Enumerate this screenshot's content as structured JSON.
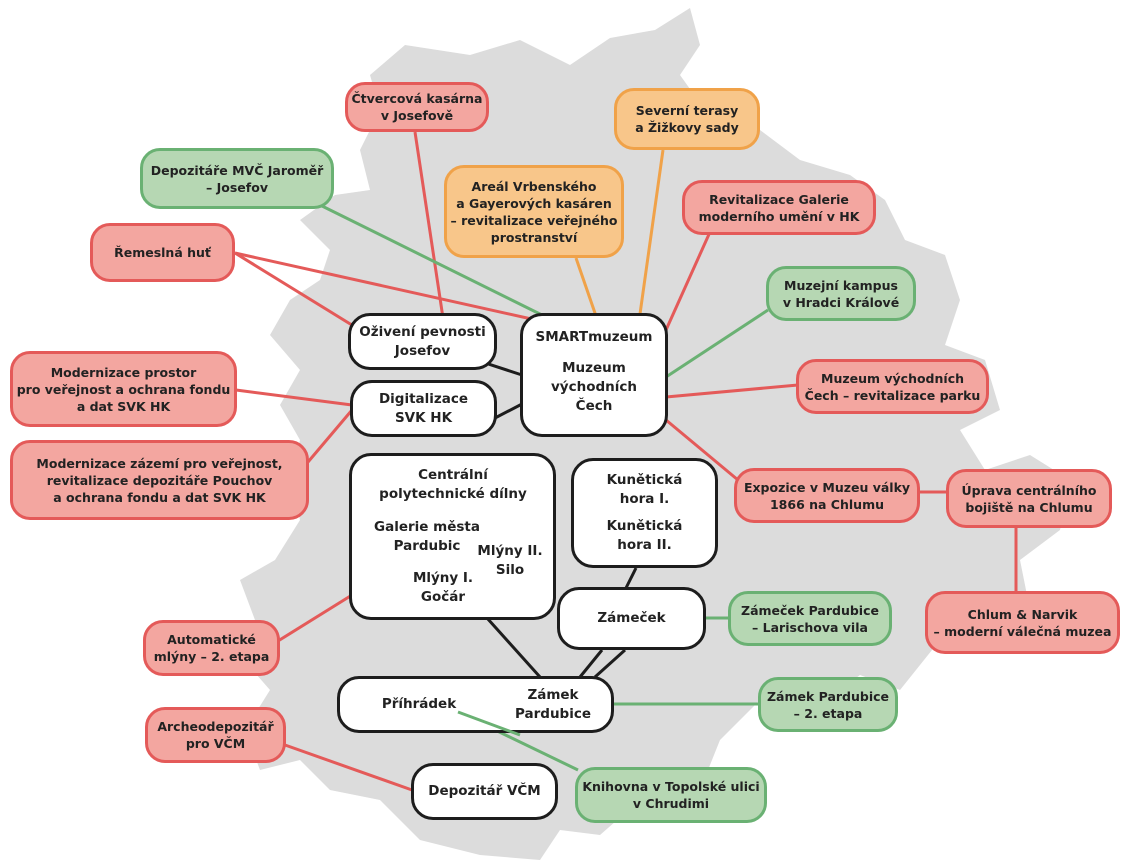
{
  "colors": {
    "red_fill": "#f3a6a0",
    "red_border": "#e45a59",
    "green_fill": "#b6d7b3",
    "green_border": "#6ab173",
    "orange_fill": "#f8c68a",
    "orange_border": "#f0a249",
    "hub_border": "#1d1d1d",
    "map_fill": "#dcdcdc"
  },
  "outer": {
    "ctvercova": [
      "Čtvercová kasárna",
      "v Josefově"
    ],
    "severni": [
      "Severní terasy",
      "a Žižkovy sady"
    ],
    "depozitare_mvc": [
      "Depozitáře MVČ Jaroměř",
      "– Josefov"
    ],
    "areal": [
      "Areál Vrbenského",
      "a Gayerových kasáren",
      "– revitalizace veřejného",
      "prostranství"
    ],
    "galerie_hk": [
      "Revitalizace Galerie",
      "moderního umění v HK"
    ],
    "remeslna": [
      "Řemeslná huť"
    ],
    "kampus": [
      "Muzejní kampus",
      "v Hradci Králové"
    ],
    "modernizace_prostor": [
      "Modernizace prostor",
      "pro veřejnost a ochrana fondu",
      "a dat SVK HK"
    ],
    "muzeum_park": [
      "Muzeum východních",
      "Čech – revitalizace parku"
    ],
    "modernizace_zazemi": [
      "Modernizace zázemí pro veřejnost,",
      "revitalizace depozitáře Pouchov",
      "a ochrana fondu a dat SVK HK"
    ],
    "expozice": [
      "Expozice v Muzeu války",
      "1866 na Chlumu"
    ],
    "uprava": [
      "Úprava centrálního",
      "bojiště na Chlumu"
    ],
    "chlum": [
      "Chlum & Narvik",
      "– moderní válečná muzea"
    ],
    "zamecek_pce": [
      "Zámeček Pardubice",
      "– Larischova vila"
    ],
    "automaticke": [
      "Automatické",
      "mlýny – 2. etapa"
    ],
    "zamek_etapa": [
      "Zámek Pardubice",
      "– 2. etapa"
    ],
    "archeo": [
      "Archeodepozitář",
      "pro VČM"
    ],
    "knihovna": [
      "Knihovna v Topolské ulici",
      "v  Chrudimi"
    ]
  },
  "hubs": {
    "oziveni": [
      "Oživení pevnosti",
      "Josefov"
    ],
    "smart_title": "SMARTmuzeum",
    "smart_sub": [
      "Muzeum",
      "východních",
      "Čech"
    ],
    "digitalizace": [
      "Digitalizace",
      "SVK HK"
    ],
    "centralni": [
      "Centrální",
      "polytechnické dílny"
    ],
    "galerie_mesta": [
      "Galerie města",
      "Pardubic"
    ],
    "mlyny2": [
      "Mlýny II.",
      "Silo"
    ],
    "mlyny1": [
      "Mlýny I.",
      "Gočár"
    ],
    "kuneticka1": [
      "Kunětická",
      "hora I."
    ],
    "kuneticka2": [
      "Kunětická",
      "hora II."
    ],
    "zamecek": "Zámeček",
    "prihradek": "Příhrádek",
    "zamek": [
      "Zámek",
      "Pardubice"
    ],
    "depozitar": "Depozitář VČM"
  }
}
